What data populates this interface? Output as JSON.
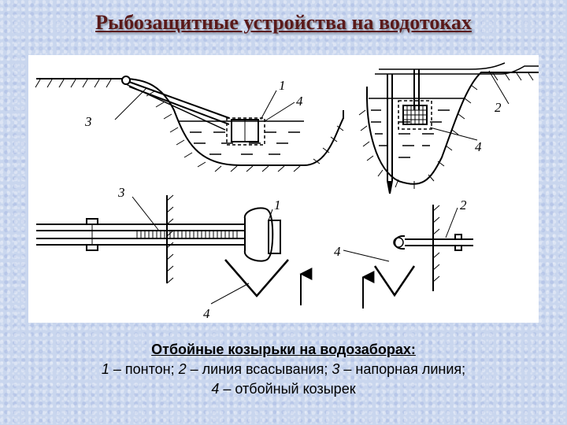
{
  "title": "Рыбозащитные устройства на водотоках",
  "figure": {
    "labels": {
      "a1": "1",
      "a4": "4",
      "a3": "3",
      "b2": "2",
      "b4": "4",
      "c3": "3",
      "c1": "1",
      "c4a": "4",
      "c4b": "4",
      "d2": "2"
    }
  },
  "caption": {
    "heading": "Отбойные козырьки на водозаборах:",
    "line1": [
      {
        "num": "1",
        "text": " – понтон; "
      },
      {
        "num": "2",
        "text": " – линия всасывания; "
      },
      {
        "num": "3",
        "text": " – напорная линия;"
      }
    ],
    "line2": [
      {
        "num": "4",
        "text": " – отбойный козырек"
      }
    ]
  }
}
